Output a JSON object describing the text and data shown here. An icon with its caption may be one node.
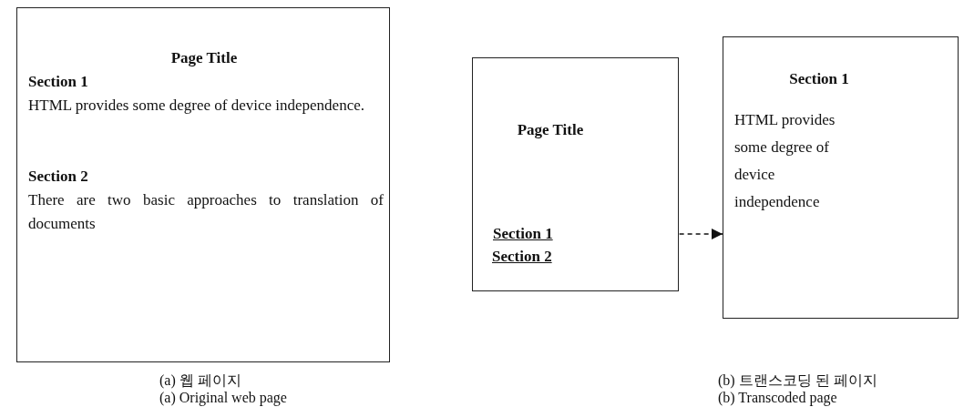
{
  "diagram": {
    "nodes": [
      {
        "text": [
          "Page Title",
          "Section 1",
          "HTML provides some degree of device independence.",
          "Section 2",
          "There are two basic approaches to translation of documents"
        ]
      },
      {
        "text": [
          "Page Title"
        ]
      },
      {
        "text": [
          "Section 1"
        ],
        "in": 1
      },
      {
        "text": [
          "Section 1",
          "HTML provides some degree of device independence"
        ]
      }
    ],
    "edges": [
      {
        "from": 2,
        "to": 3,
        "arrow": "to",
        "style": "dashed"
      }
    ],
    "labels": [
      "Section 2",
      "(a) 웹 페이지",
      "(a) Original web page",
      "(b) 트랜스코딩 된 페이지",
      "(b) Transcoded page"
    ]
  }
}
